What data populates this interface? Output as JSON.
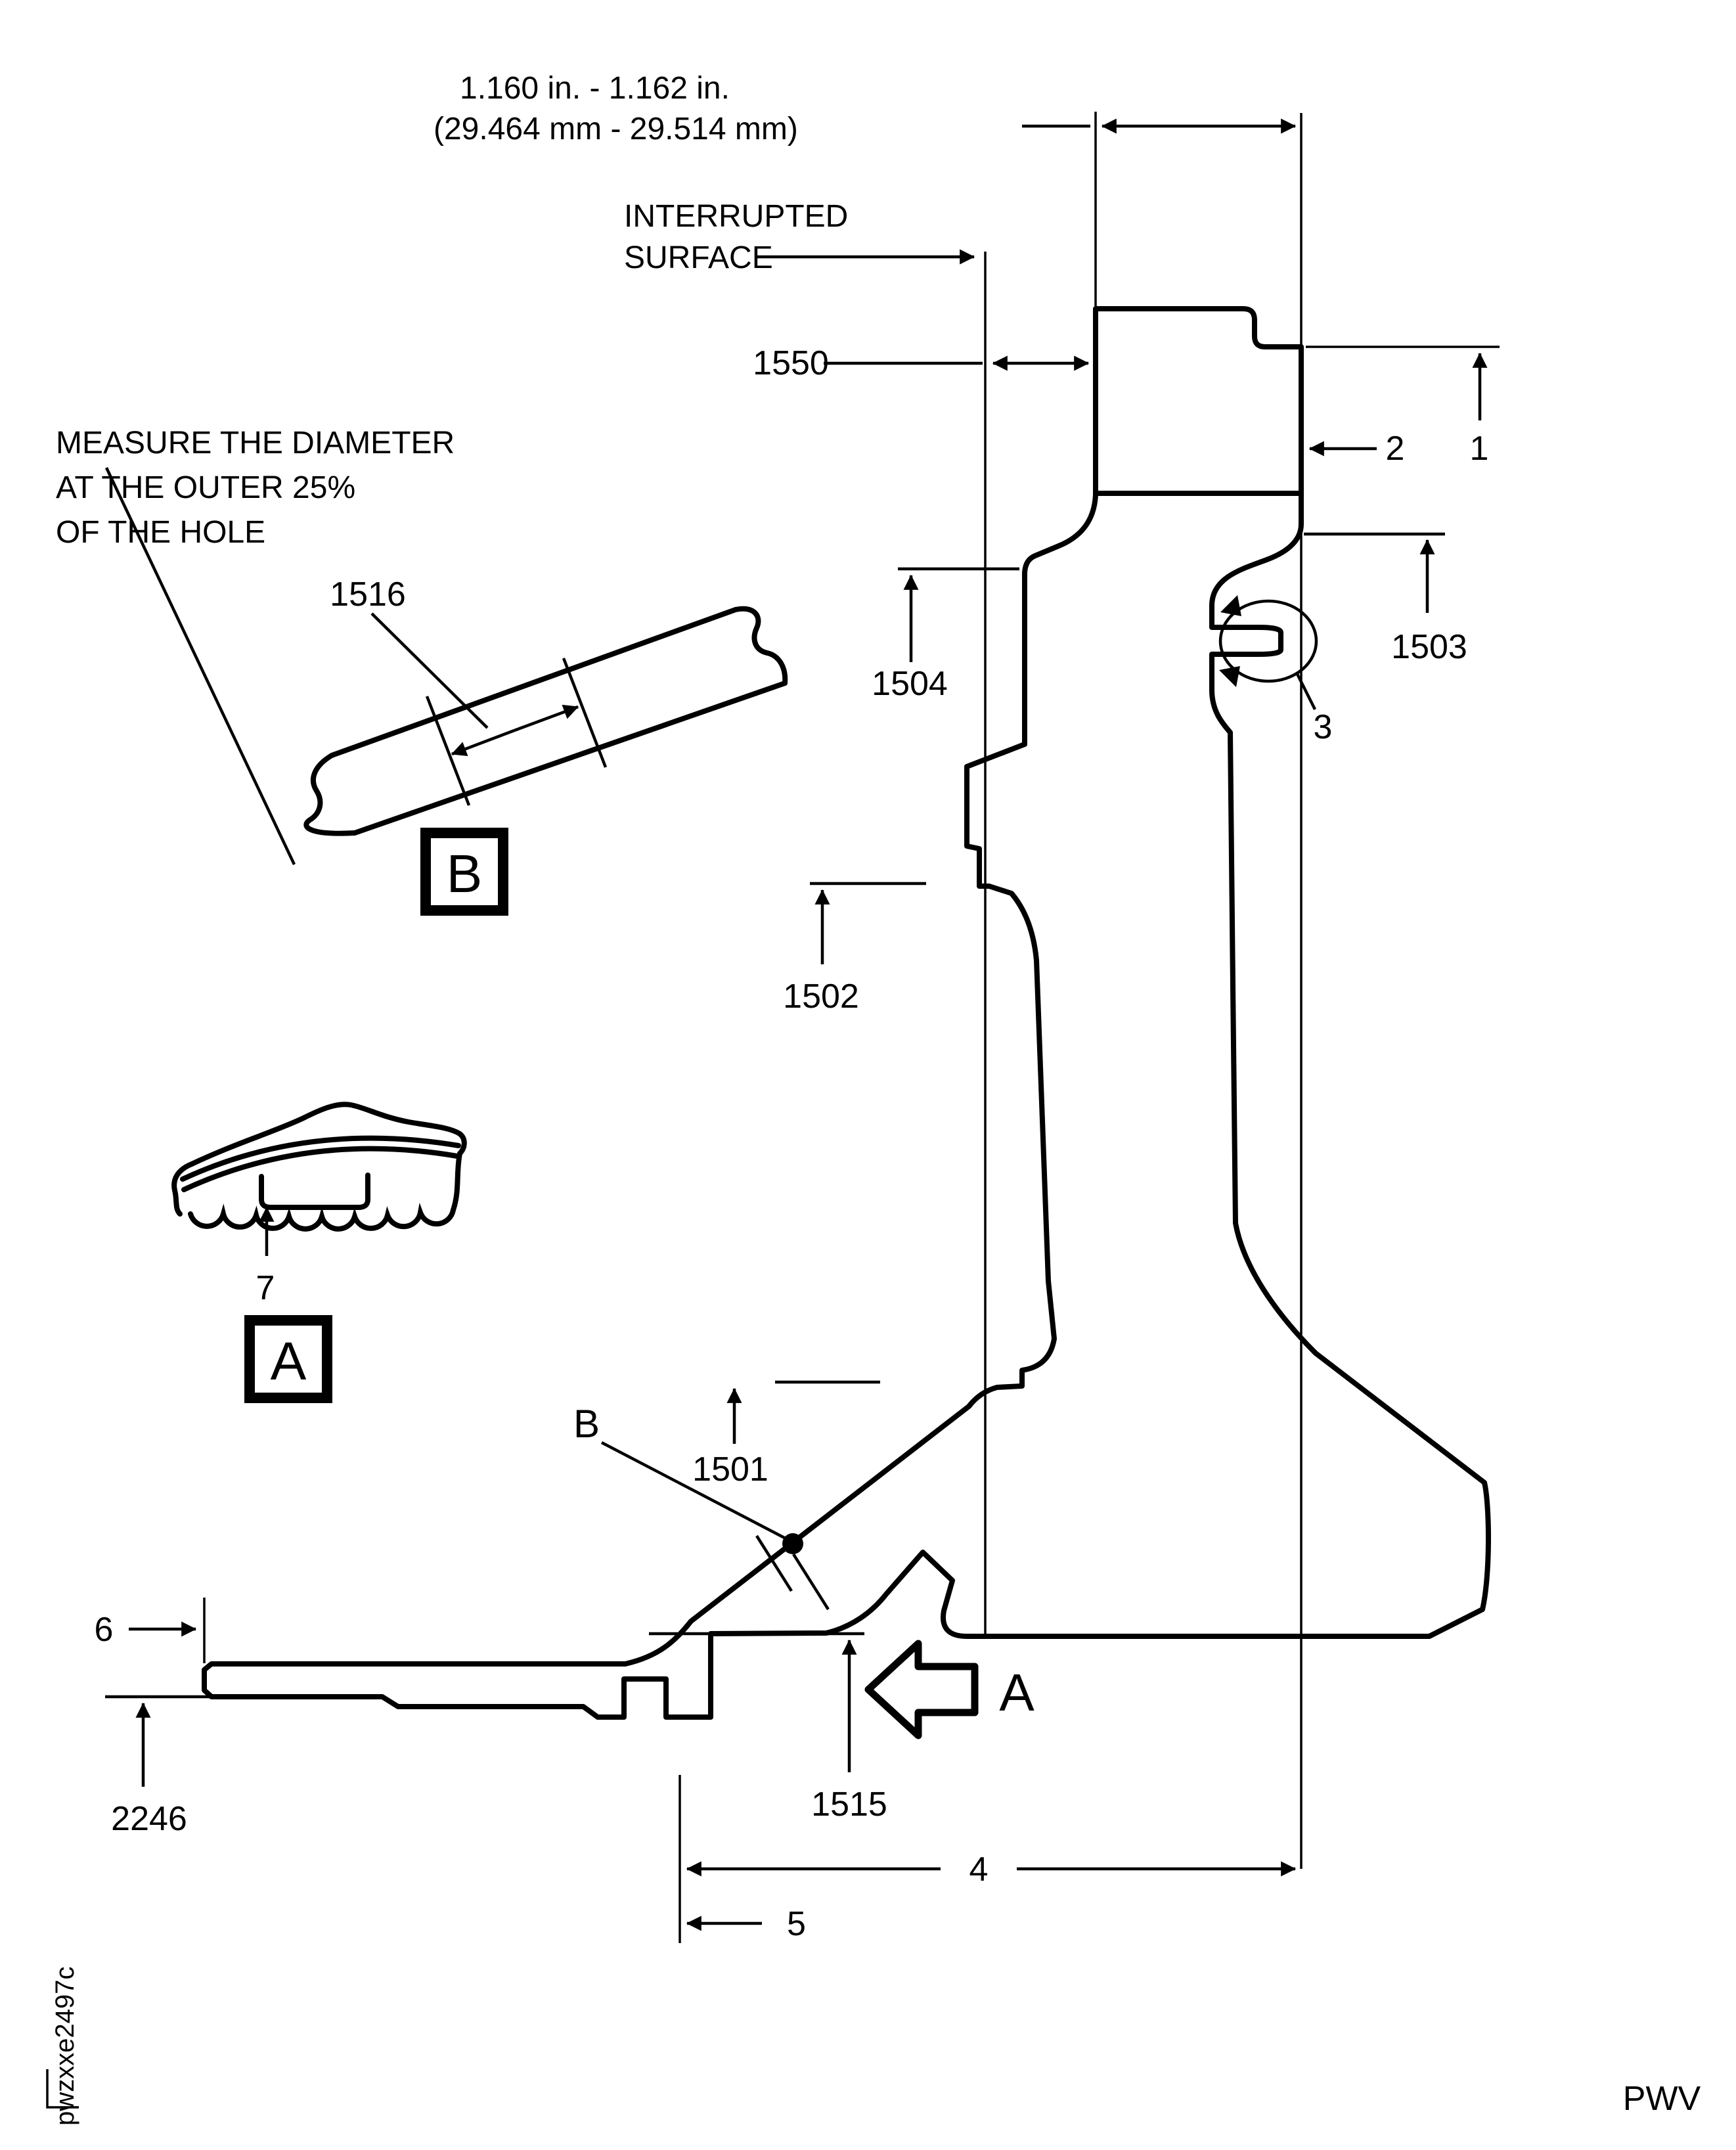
{
  "colors": {
    "ink": "#000000",
    "paper": "#ffffff"
  },
  "dims": {
    "top_in": "1.160 in. - 1.162 in.",
    "top_mm": "(29.464 mm - 29.514 mm)",
    "d1550": "1550",
    "d1516": "1516",
    "d1504": "1504",
    "d1503": "1503",
    "d1502": "1502",
    "d1501": "1501",
    "d1515": "1515",
    "d2246": "2246",
    "d1": "1",
    "d2": "2",
    "d3": "3",
    "d4": "4",
    "d5": "5",
    "d6": "6",
    "d7": "7"
  },
  "notes": {
    "interrupted_line1": "INTERRUPTED",
    "interrupted_line2": "SURFACE",
    "measure_line1": "MEASURE THE DIAMETER",
    "measure_line2": "AT THE OUTER 25%",
    "measure_line3": "OF THE HOLE"
  },
  "views": {
    "detail_a_label": "A",
    "detail_b_label": "B",
    "section_arrow_label": "A",
    "point_label_b": "B"
  },
  "footer": {
    "drawing_code": "pwzxxe2497c",
    "watermark": "PWV"
  }
}
